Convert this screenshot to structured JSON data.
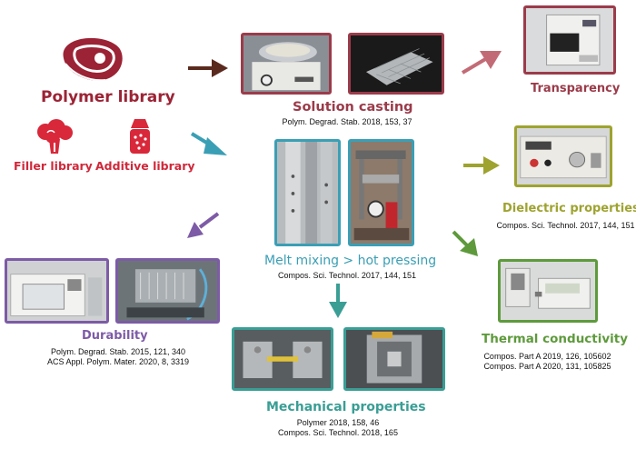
{
  "colors": {
    "library": "#9b2335",
    "solution": "#9b3b4a",
    "melt": "#3a9fb5",
    "dielectric": "#9ea32f",
    "thermal": "#5e9a3c",
    "durability": "#7d5ba6",
    "mechanical": "#3a9e95",
    "arrow_brown": "#5a2a1e"
  },
  "icons": {
    "polymer": "meat-steak-icon",
    "filler": "broccoli-icon",
    "additive": "salt-shaker-icon"
  },
  "libraries": {
    "polymer": "Polymer library",
    "filler": "Filler library",
    "additive": "Additive library"
  },
  "solution_casting": {
    "title": "Solution casting",
    "refs": [
      "Polym. Degrad. Stab. 2018, 153, 37"
    ]
  },
  "transparency": {
    "title": "Transparency"
  },
  "melt_mixing": {
    "title": "Melt mixing > hot pressing",
    "refs": [
      "Compos. Sci. Technol. 2017, 144, 151"
    ]
  },
  "dielectric": {
    "title": "Dielectric properties",
    "refs": [
      "Compos. Sci. Technol. 2017, 144, 151"
    ]
  },
  "durability": {
    "title": "Durability",
    "refs": [
      "Polym. Degrad. Stab. 2015, 121, 340",
      "ACS Appl. Polym. Mater. 2020, 8, 3319"
    ]
  },
  "thermal": {
    "title": "Thermal conductivity",
    "refs": [
      "Compos. Part A 2019, 126, 105602",
      "Compos. Part A 2020, 131, 105825"
    ]
  },
  "mechanical": {
    "title": "Mechanical properties",
    "refs": [
      "Polymer 2018, 158, 46",
      "Compos. Sci. Technol. 2018, 165"
    ]
  }
}
